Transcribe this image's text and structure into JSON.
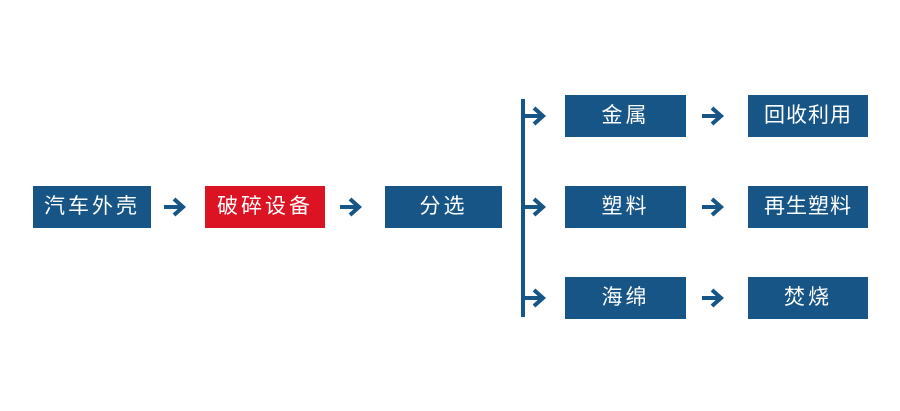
{
  "flow": {
    "input": {
      "label": "汽车外壳"
    },
    "process": {
      "label": "破碎设备"
    },
    "sorting": {
      "label": "分选"
    },
    "branches": [
      {
        "material": "金属",
        "outcome": "回收利用"
      },
      {
        "material": "塑料",
        "outcome": "再生塑料"
      },
      {
        "material": "海绵",
        "outcome": "焚烧"
      }
    ]
  },
  "icons": {
    "arrow": "arrow-right-icon",
    "connector": "branch-connector-line"
  },
  "colors": {
    "primary_blue": "#165586",
    "highlight_red": "#DC1323",
    "text_white": "#FFFFFF",
    "background": "#FFFFFF"
  }
}
